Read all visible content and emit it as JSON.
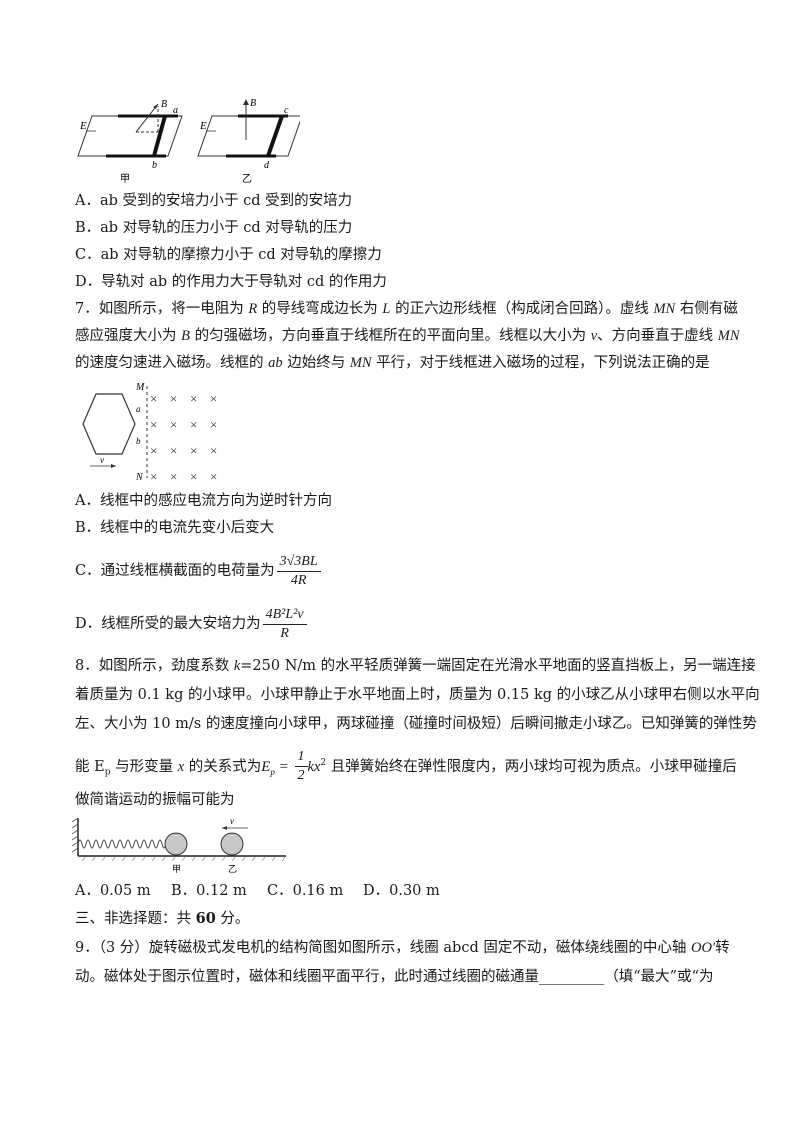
{
  "fig6": {
    "left_labels": {
      "E": "E",
      "B": "B",
      "a": "a",
      "b": "b",
      "caption": "甲"
    },
    "right_labels": {
      "E": "E",
      "B": "B",
      "c": "c",
      "d": "d",
      "caption": "乙"
    }
  },
  "q6_options": [
    "A．ab 受到的安培力小于  cd 受到的安培力",
    "B．ab 对导轨的压力小于  cd 对导轨的压力",
    "C．ab 对导轨的摩擦力小于  cd 对导轨的摩擦力",
    "D．导轨对  ab 的作用力大于导轨对  cd 的作用力"
  ],
  "q7": {
    "line1_a": "7．如图所示，将一电阻为 ",
    "R": "R",
    "line1_b": " 的导线弯成边长为 ",
    "L": "L",
    "line1_c": " 的正六边形线框（构成闭合回路）。虚线 ",
    "MN": "MN",
    "line1_d": " 右侧有磁",
    "line2_a": "感应强度大小为 ",
    "B": "B",
    "line2_b": " 的匀强磁场，方向垂直于线框所在的平面向里。线框以大小为 ",
    "v": "v",
    "line2_c": "、方向垂直于虚线 ",
    "line3_a": "的速度匀速进入磁场。线框的 ",
    "ab": "ab",
    "line3_b": " 边始终与 ",
    "line3_c": " 平行，对于线框进入磁场的过程，下列说法正确的是",
    "fig": {
      "M": "M",
      "N": "N",
      "a": "a",
      "b": "b",
      "v": "v",
      "cross": "×"
    },
    "optA": "A．线框中的感应电流方向为逆时针方向",
    "optB": "B．线框中的电流先变小后变大",
    "optC_text": "C．通过线框横截面的电荷量为",
    "optC_num": "3√3BL",
    "optC_den": "4R",
    "optD_text": "D．线框所受的最大安培力为",
    "optD_num": "4B²L²v",
    "optD_den": "R"
  },
  "q8": {
    "line1_a": "8．如图所示，劲度系数  ",
    "k": "k",
    "line1_b": "=250 N/m 的水平轻质弹簧一端固定在光滑水平地面的竖直挡板上，另一端连接",
    "line2": "着质量为  0.1 kg 的小球甲。小球甲静止于水平地面上时，质量为  0.15 kg 的小球乙从小球甲右侧以水平向",
    "line3": "左、大小为  10 m/s 的速度撞向小球甲，两球碰撞（碰撞时间极短）后瞬间撤走小球乙。已知弹簧的弹性势",
    "line4_a": "能  E",
    "line4_sub": "p",
    "line4_b": " 与形变量  ",
    "x": "x",
    "line4_c": " 的关系式为",
    "formula_lhs": "E",
    "formula_sub": "p",
    "formula_eq": " = ",
    "formula_num": "1",
    "formula_den": "2",
    "formula_rhs": "kx",
    "line4_d": "  且弹簧始终在弹性限度内，两小球均可视为质点。小球甲碰撞后",
    "line5": "做简谐运动的振幅可能为",
    "fig": {
      "jia": "甲",
      "yi": "乙",
      "v": "v"
    },
    "options": [
      "A．0.05 m",
      "B．0.12 m",
      "C．0.16 m",
      "D．0.30 m"
    ]
  },
  "section3": {
    "a": "三、非选择题：共 ",
    "b": "60",
    "c": " 分。"
  },
  "q9": {
    "line1_a": "9．（3 分）旋转磁极式发电机的结构简图如图所示，线圈  abcd 固定不动，磁体绕线圈的中心轴  ",
    "axis": "OO′",
    "line1_b": "转",
    "line2": "动。磁体处于图示位置时，磁体和线圈平面平行，此时通过线圈的磁通量_________（填“最大”或“为"
  }
}
